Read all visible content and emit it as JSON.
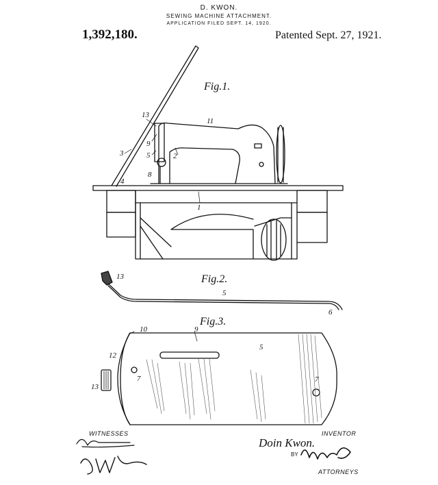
{
  "header": {
    "inventor": "D. KWON.",
    "title": "SEWING MACHINE ATTACHMENT.",
    "filed": "APPLICATION FILED SEPT. 14, 1920.",
    "patent_number": "1,392,180.",
    "patented": "Patented Sept. 27, 1921."
  },
  "figures": {
    "fig1": {
      "label": "Fig.1.",
      "refs": [
        "13",
        "11",
        "9",
        "5",
        "3",
        "2",
        "8",
        "4",
        "1"
      ]
    },
    "fig2": {
      "label": "Fig.2.",
      "refs": [
        "13",
        "5",
        "6"
      ]
    },
    "fig3": {
      "label": "Fig.3.",
      "refs": [
        "10",
        "9",
        "5",
        "12",
        "7",
        "13",
        "7"
      ]
    }
  },
  "signatures": {
    "witnesses_label": "WITNESSES",
    "witness_1": "F.G. Harwood.",
    "witness_2": "S.W. Foster",
    "inventor_label": "INVENTOR",
    "inventor_name": "Doin Kwon.",
    "by_label": "BY",
    "attorney_signature": "Munn & Co.",
    "attorneys_label": "ATTORNEYS"
  }
}
